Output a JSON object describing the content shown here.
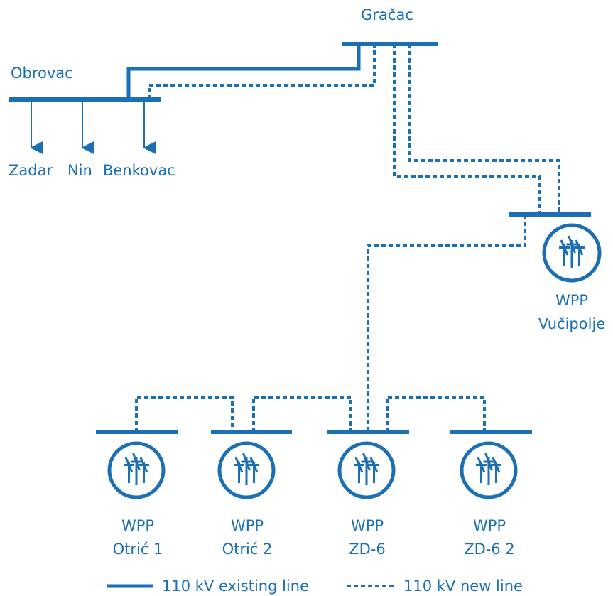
{
  "nodes": {
    "gracac": "Gračac",
    "obrovac": "Obrovac",
    "zadar": "Zadar",
    "nin": "Nin",
    "benkovac": "Benkovac"
  },
  "wpps": {
    "vucipolje": {
      "line1": "WPP",
      "line2": "Vučipolje"
    },
    "otric1": {
      "line1": "WPP",
      "line2": "Otrić 1"
    },
    "otric2": {
      "line1": "WPP",
      "line2": "Otrić 2"
    },
    "zd6": {
      "line1": "WPP",
      "line2": "ZD-6"
    },
    "zd62": {
      "line1": "WPP",
      "line2": "ZD-6 2"
    }
  },
  "legend": {
    "existing": "110 kV existing line",
    "new": "110 kV new line"
  },
  "colors": {
    "line": "#1a6fb5",
    "background": "#ffffff"
  },
  "icons": {
    "wpp": "wind-turbine-icon",
    "feeder": "arrow-down-icon"
  }
}
